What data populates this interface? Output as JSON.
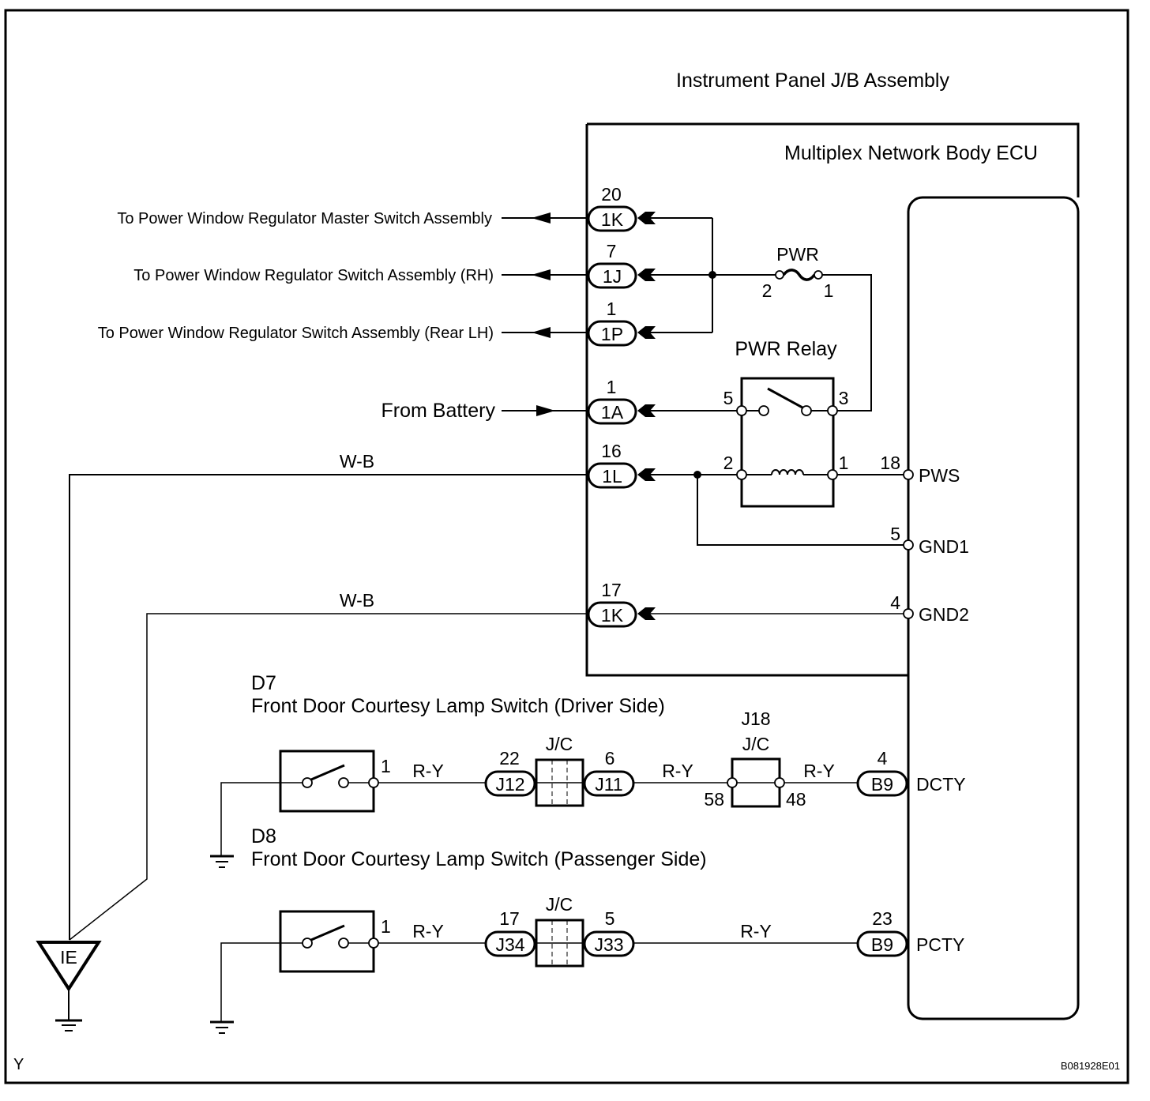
{
  "diagram": {
    "title": "Instrument Panel J/B Assembly",
    "ecu_label": "Multiplex Network Body ECU",
    "corner_mark": "Y",
    "figure_code": "B081928E01",
    "outputs": [
      {
        "label": "To Power Window Regulator Master Switch Assembly",
        "connector": "1K",
        "pin": "20"
      },
      {
        "label": "To Power Window Regulator Switch Assembly (RH)",
        "connector": "1J",
        "pin": "7"
      },
      {
        "label": "To Power Window Regulator Switch Assembly (Rear LH)",
        "connector": "1P",
        "pin": "1"
      }
    ],
    "battery": {
      "label": "From Battery",
      "connector": "1A",
      "pin": "1"
    },
    "fuse": {
      "label": "PWR",
      "pin_left": "2",
      "pin_right": "1"
    },
    "relay": {
      "label": "PWR Relay",
      "pin_5": "5",
      "pin_3": "3",
      "pin_2": "2",
      "pin_1": "1"
    },
    "ground_1": {
      "wire_color": "W-B",
      "connector": "1L",
      "pin": "16"
    },
    "ground_2": {
      "wire_color": "W-B",
      "connector": "1K",
      "pin": "17"
    },
    "ecu_terminals": [
      {
        "pin": "18",
        "name": "PWS"
      },
      {
        "pin": "5",
        "name": "GND1"
      },
      {
        "pin": "4",
        "name": "GND2"
      },
      {
        "pin": "4",
        "name": "DCTY",
        "connector": "B9"
      },
      {
        "pin": "23",
        "name": "PCTY",
        "connector": "B9"
      }
    ],
    "ground_point": "IE",
    "d7": {
      "code": "D7",
      "name": "Front Door Courtesy Lamp Switch (Driver Side)",
      "pin": "1",
      "wire_color": "R-Y",
      "jc_label": "J/C",
      "jc_left": {
        "connector": "J12",
        "pin": "22"
      },
      "jc_right": {
        "connector": "J11",
        "pin": "6"
      },
      "wire2_color": "R-Y",
      "j18_code": "J18",
      "j18_label": "J/C",
      "j18_pin_left": "58",
      "j18_pin_right": "48",
      "wire3_color": "R-Y"
    },
    "d8": {
      "code": "D8",
      "name": "Front Door Courtesy Lamp Switch (Passenger Side)",
      "pin": "1",
      "wire_color": "R-Y",
      "jc_label": "J/C",
      "jc_left": {
        "connector": "J34",
        "pin": "17"
      },
      "jc_right": {
        "connector": "J33",
        "pin": "5"
      },
      "wire2_color": "R-Y"
    }
  }
}
